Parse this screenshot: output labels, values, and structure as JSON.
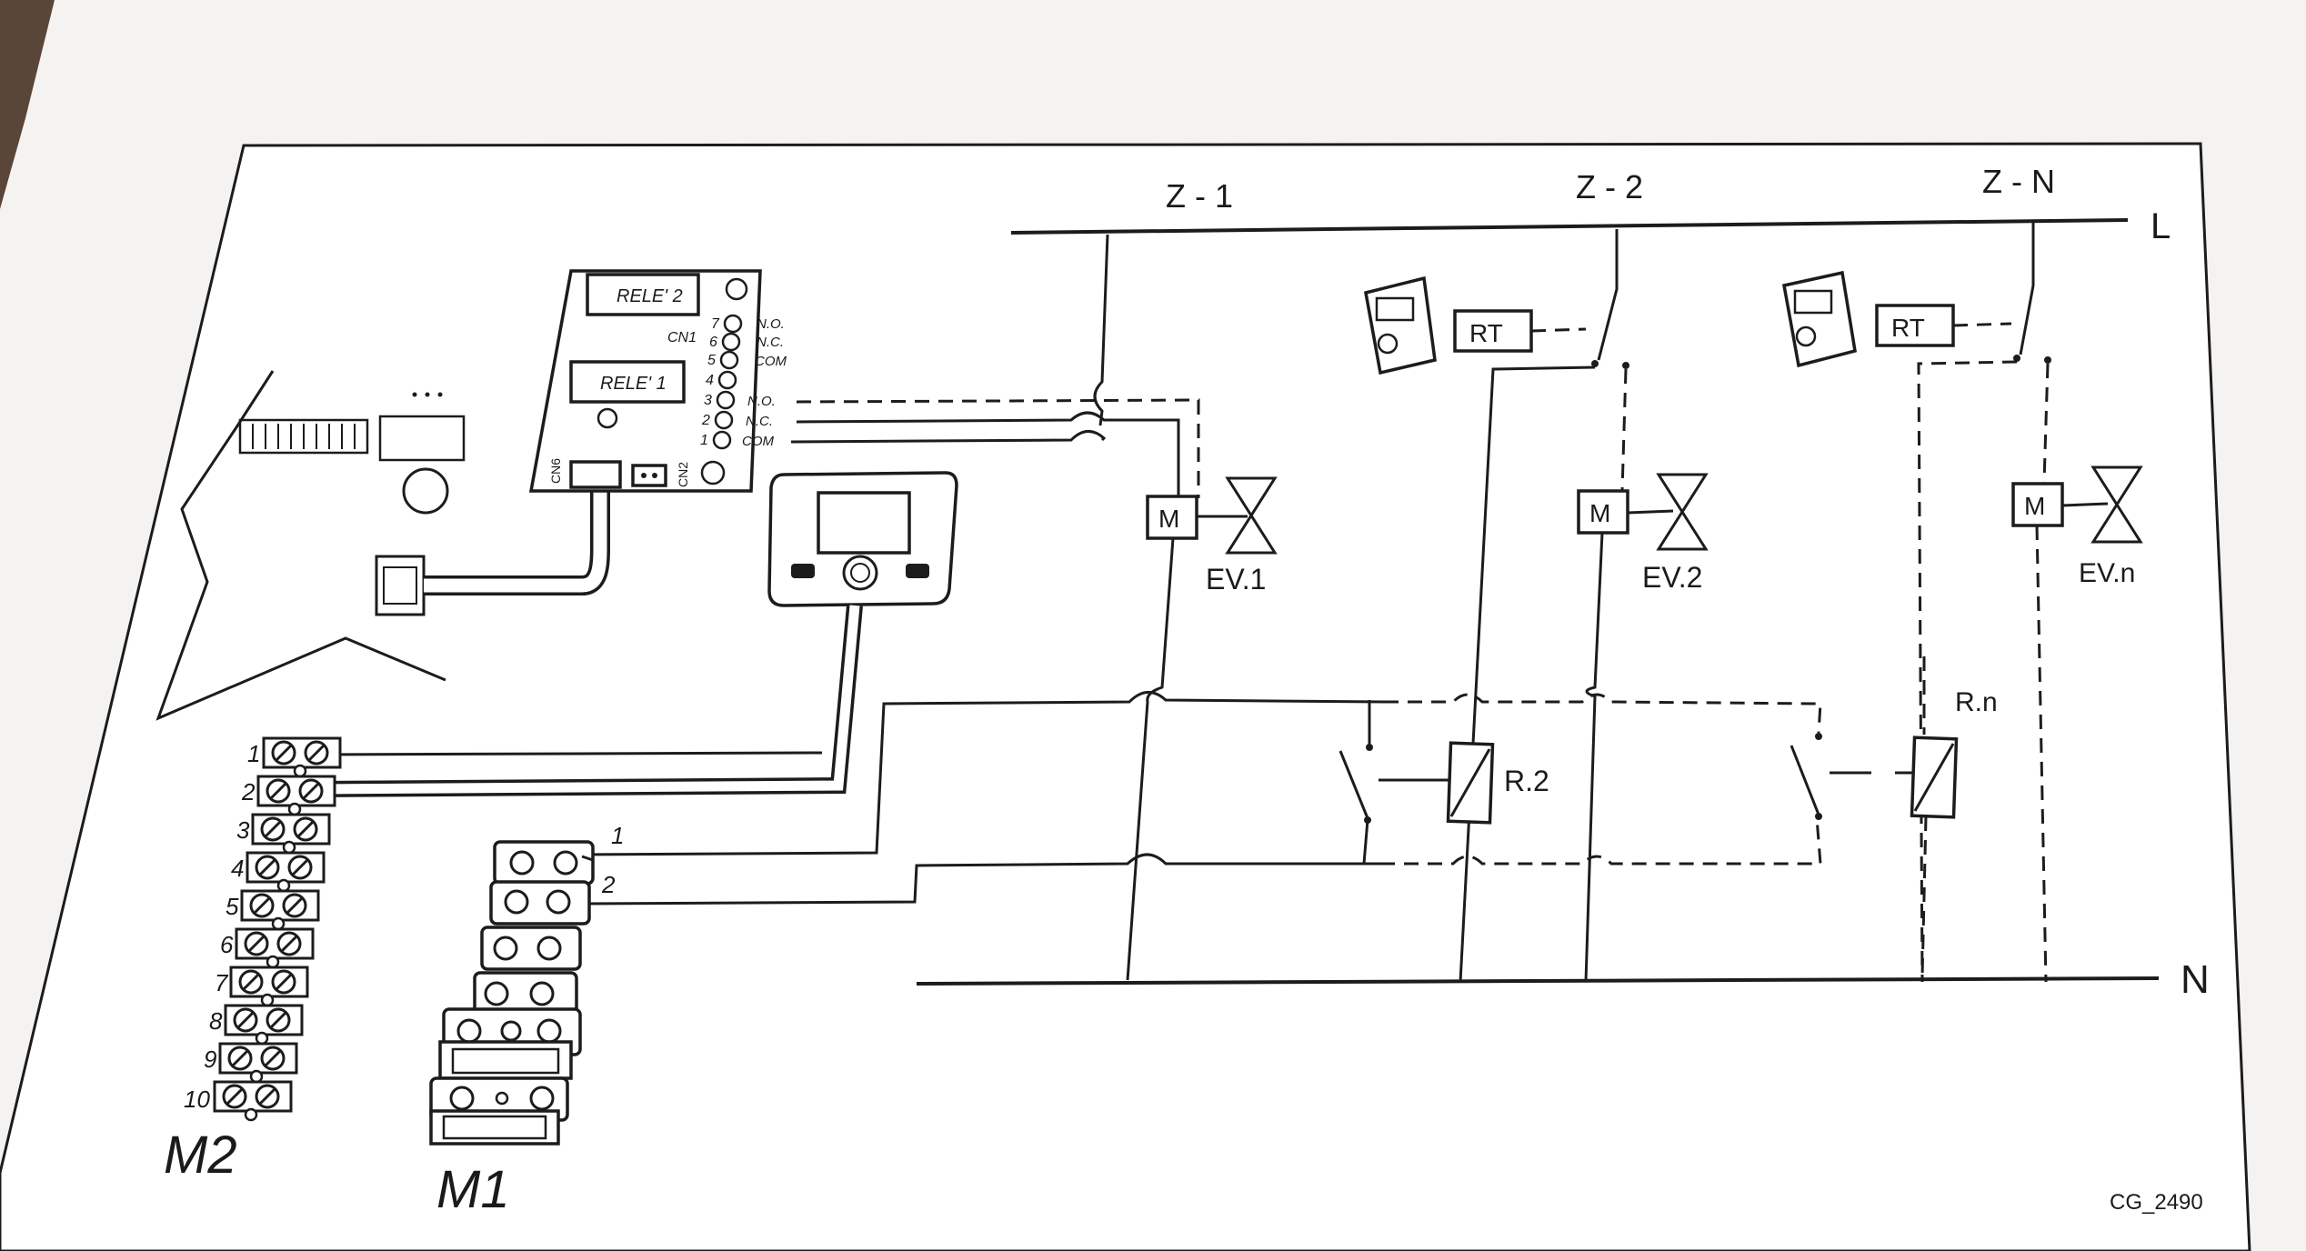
{
  "zones": {
    "z1": "Z - 1",
    "z2": "Z - 2",
    "zn": "Z - N"
  },
  "lines": {
    "live": "L",
    "neutral": "N"
  },
  "relay_board": {
    "rele2": "RELE' 2",
    "rele1": "RELE' 1",
    "cn1": "CN1",
    "cn6": "CN6",
    "cn2": "CN2",
    "pins": [
      "7",
      "6",
      "5",
      "4",
      "3",
      "2",
      "1"
    ],
    "pin_labels": {
      "no": "N.O.",
      "nc": "N.C.",
      "com": "COM"
    }
  },
  "thermostat_label": "RT",
  "motor_label": "M",
  "valves": {
    "ev1": "EV.1",
    "ev2": "EV.2",
    "evn": "EV.n"
  },
  "relays": {
    "r2": "R.2",
    "rn": "R.n"
  },
  "terminal_m2": {
    "title": "M2",
    "numbers": [
      "1",
      "2",
      "3",
      "4",
      "5",
      "6",
      "7",
      "8",
      "9",
      "10"
    ]
  },
  "terminal_m1": {
    "title": "M1",
    "numbers": [
      "1",
      "2"
    ]
  },
  "figure_code": "CG_2490"
}
